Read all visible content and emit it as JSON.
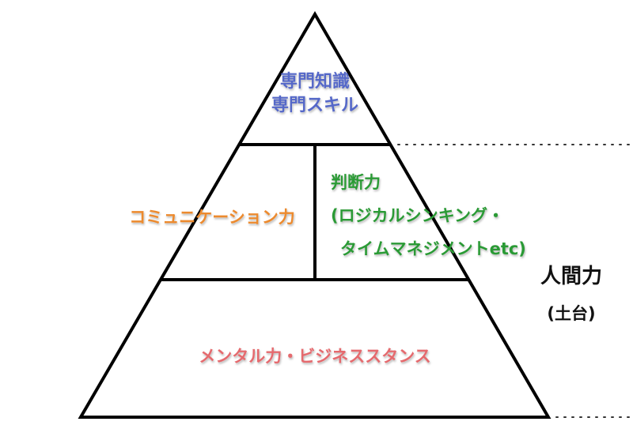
{
  "tiers": {
    "top": {
      "lines": [
        "専門知識",
        "専門スキル"
      ],
      "color": "#5568c8"
    },
    "middle_left": {
      "lines": [
        "コミュニケーション力"
      ],
      "color": "#ec8a2e"
    },
    "middle_right": {
      "lines": [
        "判断力",
        "(ロジカルシンキング・",
        "タイムマネジメントetc)"
      ],
      "color": "#2c9a35"
    },
    "bottom": {
      "lines": [
        "メンタル力・ビジネススタンス"
      ],
      "color": "#e56a6e"
    }
  },
  "side_label": {
    "title": "人間力",
    "subtitle": "(土台)",
    "color": "#111111"
  }
}
